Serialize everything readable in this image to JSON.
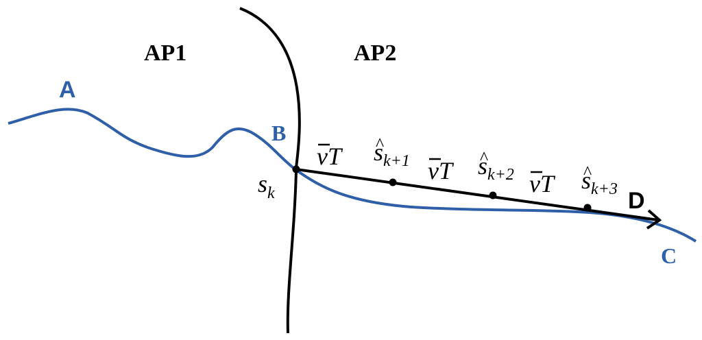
{
  "regions": {
    "ap1": "AP1",
    "ap2": "AP2"
  },
  "points": {
    "a": "A",
    "b": "B",
    "c": "C",
    "d": "D"
  },
  "math": {
    "s_current": {
      "base": "s",
      "sub": "k"
    },
    "s_hat_1": {
      "base": "s",
      "hat": "^",
      "sub": "k+1"
    },
    "s_hat_2": {
      "base": "s",
      "hat": "^",
      "sub": "k+2"
    },
    "s_hat_3": {
      "base": "s",
      "hat": "^",
      "sub": "k+3"
    },
    "vt_1": "vT",
    "vt_2": "vT",
    "vt_3": "vT"
  },
  "colors": {
    "trajectory": "#2f5fa8",
    "boundary": "#000000",
    "prediction": "#000000"
  }
}
